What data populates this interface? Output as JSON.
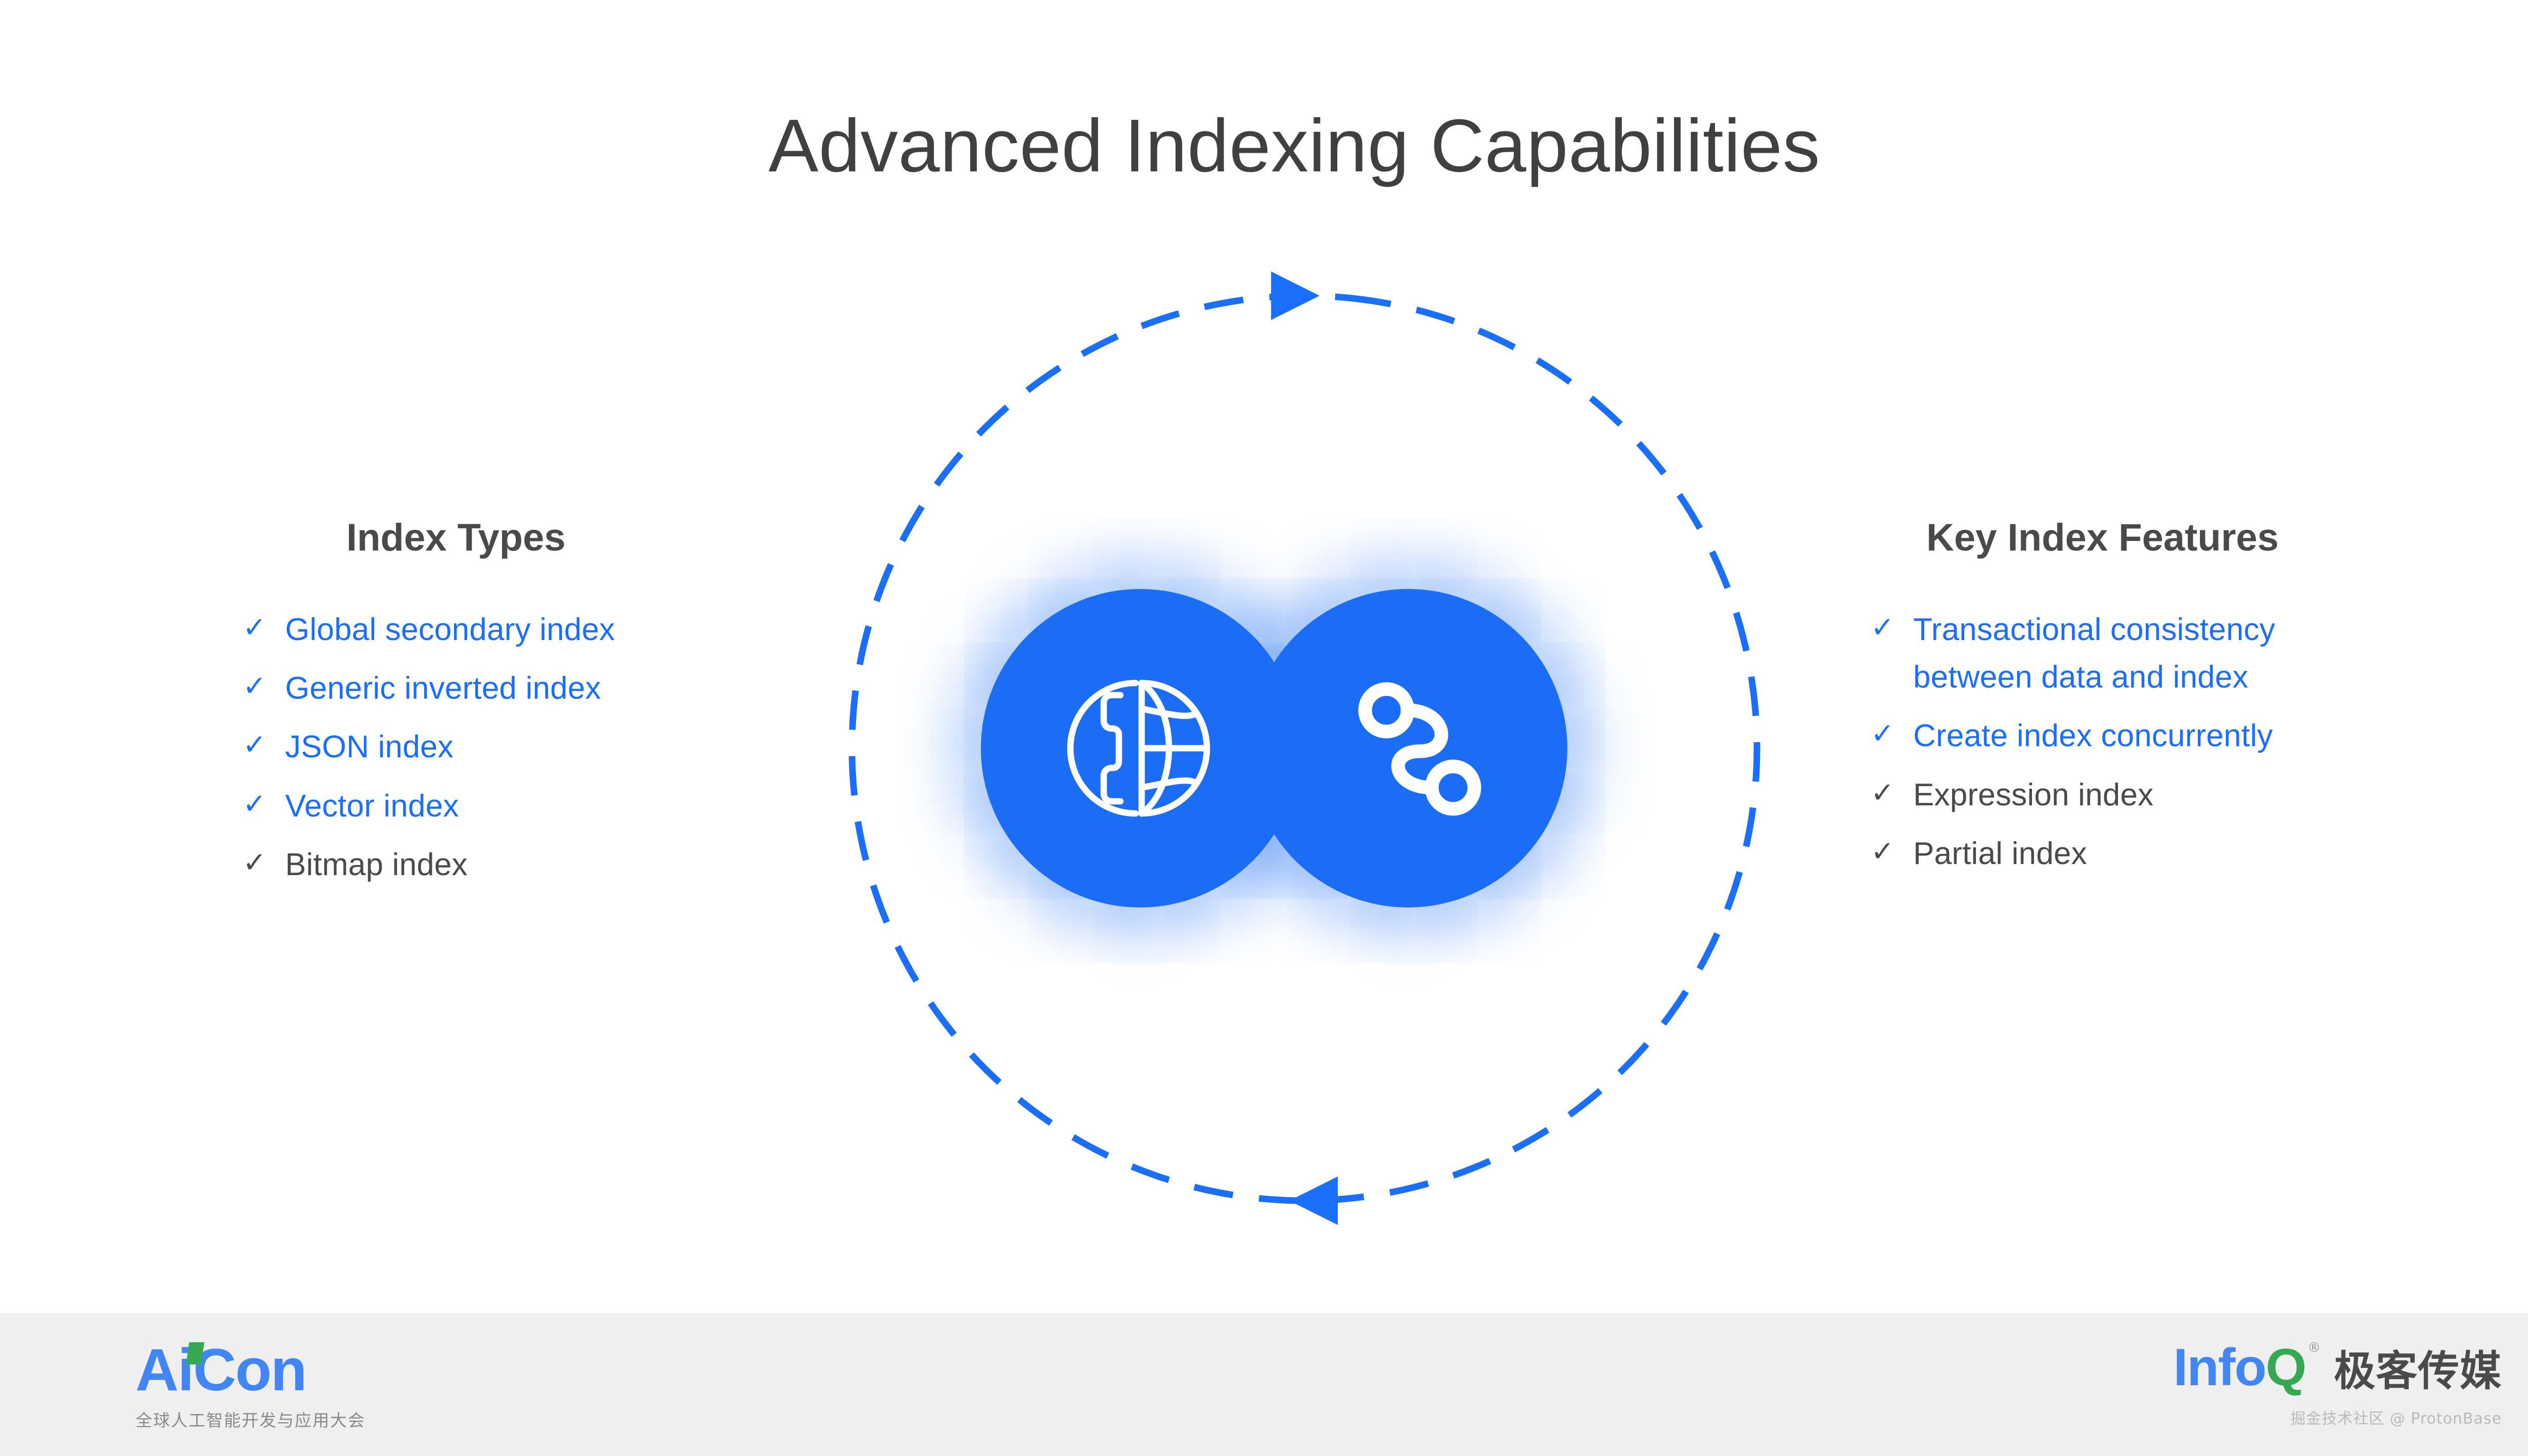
{
  "slide": {
    "title": "Advanced Indexing Capabilities",
    "background_color": "#ffffff",
    "title_color": "#404040",
    "accent_color": "#1a6ef7",
    "muted_color": "#4a4a4a"
  },
  "center_graphic": {
    "ring": {
      "style": "dashed-circle",
      "color": "#1a6ef7",
      "arrows": [
        {
          "name": "top-arrow",
          "direction": "left"
        },
        {
          "name": "bottom-arrow",
          "direction": "right"
        }
      ]
    },
    "circles": [
      {
        "name": "left-circle",
        "color": "#1b6df5",
        "icon": "phone-globe-icon"
      },
      {
        "name": "right-circle",
        "color": "#1b6df5",
        "icon": "node-path-icon"
      }
    ]
  },
  "left_column": {
    "title": "Index Types",
    "items": [
      {
        "label": "Global secondary index",
        "check": "✓",
        "highlight": true
      },
      {
        "label": "Generic inverted index",
        "check": "✓",
        "highlight": true
      },
      {
        "label": "JSON index",
        "check": "✓",
        "highlight": true
      },
      {
        "label": "Vector index",
        "check": "✓",
        "highlight": true
      },
      {
        "label": "Bitmap index",
        "check": "✓",
        "highlight": false
      }
    ]
  },
  "right_column": {
    "title": "Key Index Features",
    "items": [
      {
        "label": "Transactional consistency between data and index",
        "check": "✓",
        "highlight": true
      },
      {
        "label": "Create index concurrently",
        "check": "✓",
        "highlight": true
      },
      {
        "label": "Expression index",
        "check": "✓",
        "highlight": false
      },
      {
        "label": "Partial index",
        "check": "✓",
        "highlight": false
      }
    ]
  },
  "footer": {
    "background_color": "#efefef",
    "aicon": {
      "word": "AiCon",
      "subtitle": "全球人工智能开发与应用大会",
      "brand_color": "#4285f4",
      "accent_color": "#34a853"
    },
    "infoq": {
      "word_primary": "Info",
      "word_accent": "Q",
      "trademark": "®",
      "chinese": "极客传媒",
      "primary_color": "#4285f4",
      "accent_color": "#34a853"
    },
    "watermark": "掘金技术社区 @ ProtonBase"
  }
}
